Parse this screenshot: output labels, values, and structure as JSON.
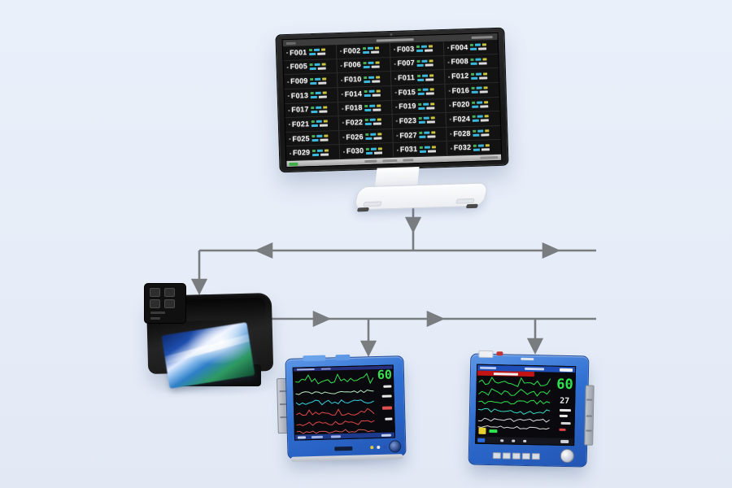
{
  "scene": {
    "background_top": "#eaf0fa",
    "background_bottom": "#e2e9f5",
    "line_color": "#7a7d80"
  },
  "central_station": {
    "device": "central-monitoring-station",
    "bezel_color": "#1e1e1e",
    "screen_color": "#121212",
    "beds": [
      "F001",
      "F002",
      "F003",
      "F004",
      "F005",
      "F006",
      "F007",
      "F008",
      "F009",
      "F010",
      "F011",
      "F012",
      "F013",
      "F014",
      "F015",
      "F016",
      "F017",
      "F018",
      "F019",
      "F020",
      "F021",
      "F022",
      "F023",
      "F024",
      "F025",
      "F026",
      "F027",
      "F028",
      "F029",
      "F030",
      "F031",
      "F032"
    ],
    "vital_colors": {
      "hr_green": "#4db85a",
      "spo2_cyan": "#3ec2e8",
      "resp_yellow": "#d6ce40",
      "nibp_white": "#e8e8e8"
    },
    "cell_chips": [
      [
        {
          "color": "#4db85a",
          "w": 4
        },
        {
          "color": "#3ec2e8",
          "w": 7
        },
        {
          "color": "#d6ce40",
          "w": 5
        }
      ],
      [
        {
          "color": "#3ec2e8",
          "w": 8
        },
        {
          "color": "#e8e8e8",
          "w": 10
        }
      ]
    ],
    "taskbar_accent": "#3fae4a"
  },
  "printer": {
    "device": "photo-printer",
    "body_color": "#141414"
  },
  "monitor_left": {
    "device": "bedside-patient-monitor",
    "frame_color": "#2f6fd2",
    "hr_value": "60",
    "hr_color": "#3ce057",
    "waveforms": [
      {
        "color": "#39e052",
        "y": 12,
        "amp": 4,
        "spike": 8,
        "seed": 7
      },
      {
        "color": "#b8e8c0",
        "y": 26,
        "amp": 2,
        "spike": 0,
        "seed": 11
      },
      {
        "color": "#38cede",
        "y": 38,
        "amp": 3,
        "spike": 0,
        "seed": 5
      },
      {
        "color": "#e04848",
        "y": 52,
        "amp": 3,
        "spike": 5,
        "seed": 9
      },
      {
        "color": "#e04848",
        "y": 64,
        "amp": 2.5,
        "spike": 0,
        "seed": 13
      },
      {
        "color": "#d05858",
        "y": 74,
        "amp": 2,
        "spike": 0,
        "seed": 3
      }
    ]
  },
  "monitor_right": {
    "device": "bedside-patient-monitor",
    "frame_color": "#2e6ecf",
    "hr_value": "60",
    "hr_color": "#2ee24e",
    "secondary_value": "27",
    "secondary_color": "#e8e8e8",
    "waveforms": [
      {
        "color": "#2ee24e",
        "y": 8,
        "amp": 4,
        "spike": 7,
        "seed": 4
      },
      {
        "color": "#2ee24e",
        "y": 20,
        "amp": 3,
        "spike": 5,
        "seed": 15
      },
      {
        "color": "#2ee24e",
        "y": 31,
        "amp": 3,
        "spike": 0,
        "seed": 8
      },
      {
        "color": "#36d8c4",
        "y": 42,
        "amp": 3.5,
        "spike": 0,
        "seed": 2
      },
      {
        "color": "#d8d8d8",
        "y": 53,
        "amp": 2,
        "spike": 0,
        "seed": 17
      },
      {
        "color": "#d8d8d8",
        "y": 62,
        "amp": 1.5,
        "spike": 0,
        "seed": 6
      }
    ]
  }
}
